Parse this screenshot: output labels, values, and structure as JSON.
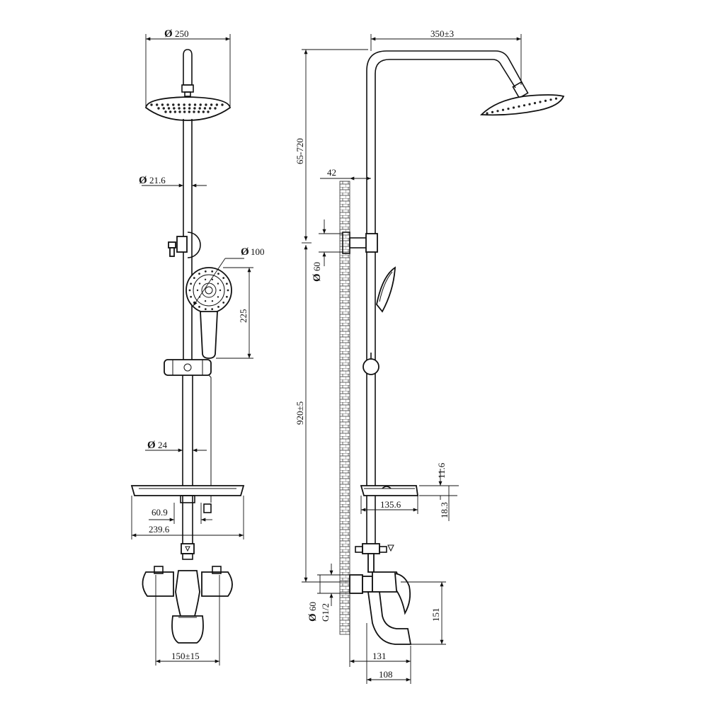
{
  "dimensions": {
    "head_diameter": "250",
    "riser_diameter": "21.6",
    "hand_shower_diameter": "100",
    "hand_shower_length": "225",
    "lower_tube_diameter": "24",
    "shelf_offset": "60.9",
    "shelf_width": "239.6",
    "mixer_center": "150±15",
    "arm_projection": "350±3",
    "head_height_adjust": "65-720",
    "wall_distance": "42",
    "bracket_diameter": "60",
    "total_height": "920±5",
    "shelf_thickness": "11.6",
    "shelf_depth": "135.6",
    "shelf_bottom": "18.3",
    "mixer_flange_diameter": "60",
    "thread": "G1/2",
    "spout_height": "151",
    "spout_length": "131",
    "mixer_depth": "108"
  },
  "symbols": {
    "diameter": "Ø"
  }
}
